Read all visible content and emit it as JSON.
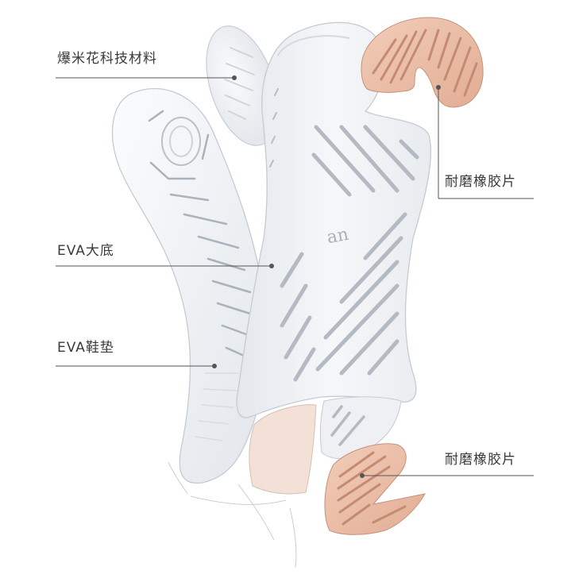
{
  "labels": {
    "popcorn_material": "爆米花科技材料",
    "rubber_top": "耐磨橡胶片",
    "eva_outsole": "EVA大底",
    "eva_insole": "EVA鞋垫",
    "rubber_bottom": "耐磨橡胶片"
  },
  "outsole_logo": "an",
  "colors": {
    "background": "#ffffff",
    "sole_white": "#f1f3f6",
    "sole_shadow": "#d9dde3",
    "rubber": "#e9bba4",
    "rubber_dark": "#c89079",
    "leader_line": "#555555",
    "text": "#3a3a3a"
  }
}
